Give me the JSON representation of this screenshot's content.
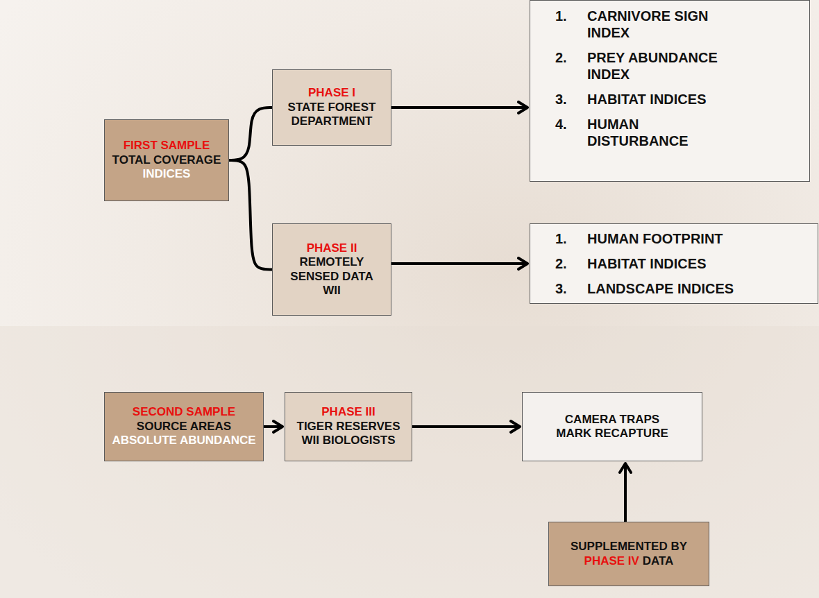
{
  "diagram": {
    "nodes": [
      {
        "text": [
          "FIRST SAMPLE",
          "TOTAL COVERAGE",
          "INDICES"
        ]
      },
      {
        "text": [
          "PHASE I",
          "STATE FOREST DEPARTMENT"
        ]
      },
      {
        "text": [
          "1.",
          "CARNIVORE SIGN INDEX",
          "2.",
          "PREY ABUNDANCE INDEX",
          "3.",
          "HABITAT INDICES",
          "4.",
          "HUMAN DISTURBANCE"
        ]
      },
      {
        "text": [
          "PHASE II",
          "REMOTELY SENSED DATA",
          "WII"
        ]
      },
      {
        "text": [
          "1.",
          "HUMAN FOOTPRINT",
          "2.",
          "HABITAT INDICES",
          "3.",
          "LANDSCAPE INDICES"
        ]
      },
      {
        "text": [
          "SECOND SAMPLE",
          "SOURCE AREAS",
          "ABSOLUTE ABUNDANCE"
        ]
      },
      {
        "text": [
          "PHASE III",
          "TIGER RESERVES WII BIOLOGISTS"
        ]
      },
      {
        "text": [
          "CAMERA TRAPS MARK RECAPTURE"
        ]
      },
      {
        "text": [
          "SUPPLEMENTED BY",
          "PHASE IV",
          "DATA"
        ]
      }
    ],
    "edges": [
      {
        "from": 0,
        "to": 1,
        "arrow": "none"
      },
      {
        "from": 0,
        "to": 3,
        "arrow": "none"
      },
      {
        "from": 1,
        "to": 2,
        "arrow": "to"
      },
      {
        "from": 3,
        "to": 4,
        "arrow": "to"
      },
      {
        "from": 5,
        "to": 6,
        "arrow": "to"
      },
      {
        "from": 6,
        "to": 7,
        "arrow": "to"
      },
      {
        "from": 8,
        "to": 7,
        "arrow": "to"
      }
    ]
  }
}
